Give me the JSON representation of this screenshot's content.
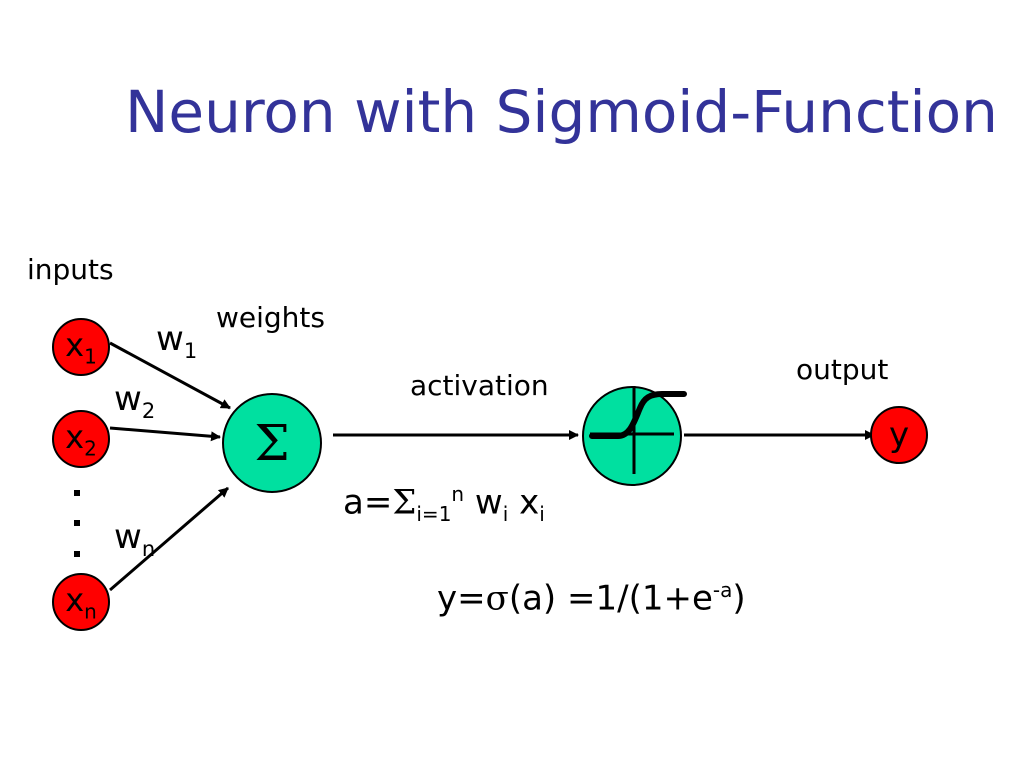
{
  "title": "Neuron with Sigmoid-Function",
  "labels": {
    "inputs": "inputs",
    "weights": "weights",
    "activation": "activation",
    "output": "output"
  },
  "inputs": [
    {
      "base": "x",
      "sub": "1"
    },
    {
      "base": "x",
      "sub": "2"
    },
    {
      "base": "x",
      "sub": "n"
    }
  ],
  "weight_labels": [
    {
      "base": "w",
      "sub": "1"
    },
    {
      "base": "w",
      "sub": "2"
    },
    {
      "base": "w",
      "sub": "n"
    }
  ],
  "sum_symbol": "Σ",
  "output_symbol": "y",
  "formula_a": {
    "prefix": "a=",
    "sigma": "Σ",
    "sub": "i=1",
    "sup": "n",
    "w": "w",
    "w_sub": "i",
    "x": "x",
    "x_sub": "i"
  },
  "formula_y": {
    "prefix": "y=",
    "sigma": "σ",
    "mid": "(a) =1/(1+e",
    "sup": "-a",
    "suffix": ")"
  },
  "colors": {
    "title": "#333399",
    "input_node": "#ff0000",
    "neuron_node": "#00e0a0",
    "stroke": "#000000"
  }
}
